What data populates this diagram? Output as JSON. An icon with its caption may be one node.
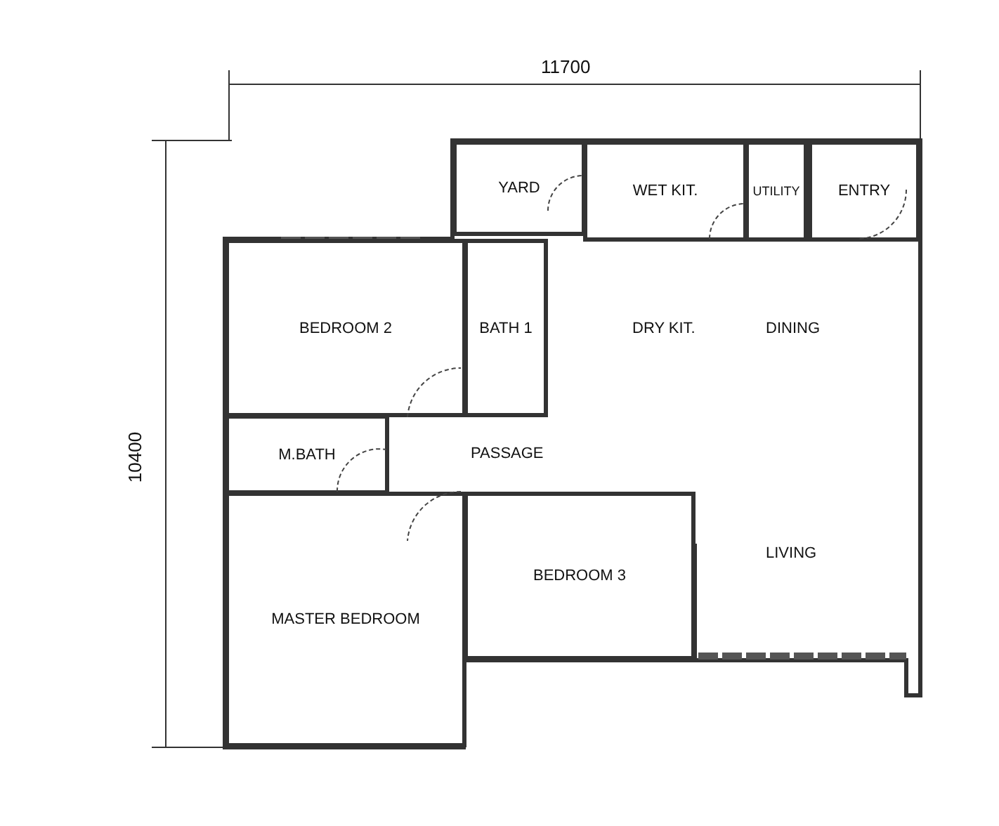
{
  "diagram": {
    "nodes": [
      {
        "text": [
          "YARD"
        ]
      },
      {
        "text": [
          "WET KIT."
        ]
      },
      {
        "text": [
          "UTILITY"
        ]
      },
      {
        "text": [
          "ENTRY"
        ]
      },
      {
        "text": [
          "BEDROOM 2"
        ]
      },
      {
        "text": [
          "BATH 1"
        ]
      },
      {
        "text": [
          "M.BATH"
        ]
      },
      {
        "text": [
          "BEDROOM 3"
        ]
      },
      {
        "text": [
          "MASTER BEDROOM"
        ]
      }
    ],
    "edges": [],
    "labels": [
      "11700",
      "10400",
      "DRY KIT.",
      "DINING",
      "PASSAGE",
      "LIVING"
    ]
  }
}
